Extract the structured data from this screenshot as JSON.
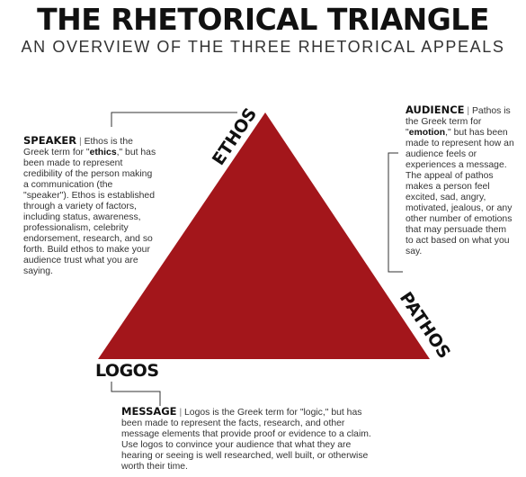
{
  "header": {
    "title": "THE RHETORICAL TRIANGLE",
    "subtitle": "AN OVERVIEW OF THE THREE RHETORICAL APPEALS"
  },
  "triangle": {
    "fill_color": "#a3161b",
    "vertex_labels": {
      "ethos": "ETHOS",
      "pathos": "PATHOS",
      "logos": "LOGOS"
    }
  },
  "blocks": {
    "speaker": {
      "heading": "SPEAKER",
      "separator": "|",
      "lead": "Ethos is the Greek term for \"",
      "keyword": "ethics",
      "body": ",\" but has been made to represent credibility of the person making a communication (the \"speaker\"). Ethos is established through a variety of factors, including status, awareness, professionalism, celebrity endorsement, research, and so forth. Build ethos to make your audience trust what you are saying."
    },
    "audience": {
      "heading": "AUDIENCE",
      "separator": "|",
      "lead": "Pathos is the Greek term for \"",
      "keyword": "emotion",
      "body": ",\" but has been made to represent how an audience feels or experiences a message. The appeal of pathos makes a person feel excited, sad, angry, motivated, jealous, or any other number of emotions that may persuade them to act based on what you say."
    },
    "message": {
      "heading": "MESSAGE",
      "separator": "|",
      "body": "Logos is the Greek term for \"logic,\" but has been made to represent the facts, research, and other message elements that provide proof or evidence to a claim. Use logos to convince your audience that what they are hearing or seeing is well researched, well built, or otherwise worth their time."
    }
  }
}
